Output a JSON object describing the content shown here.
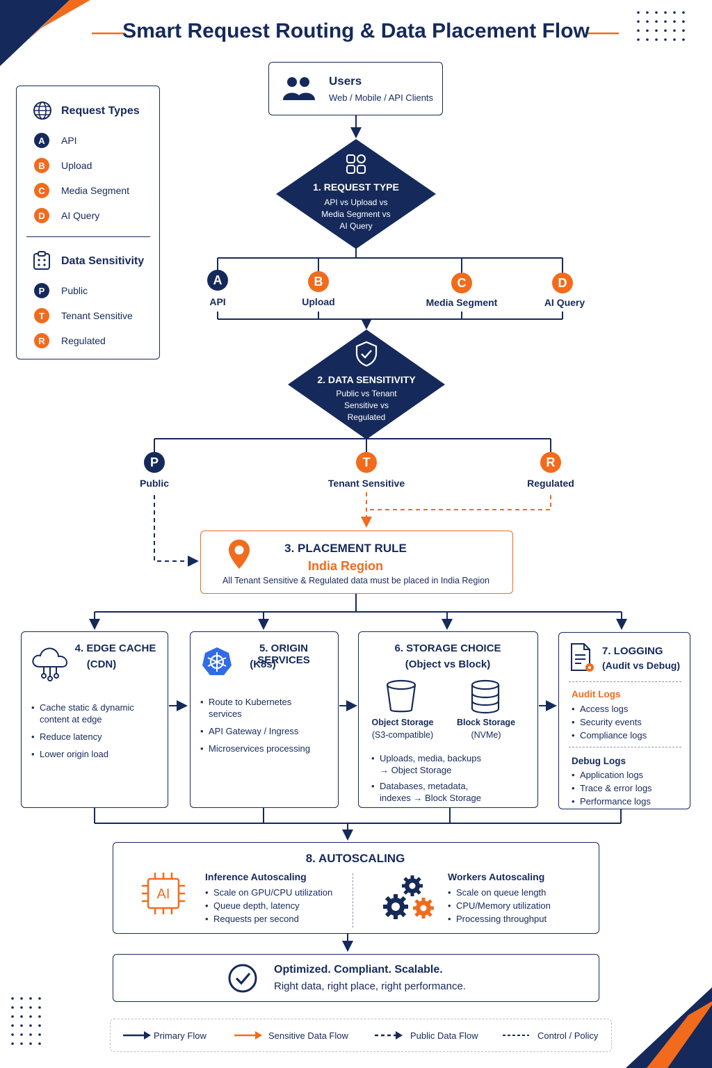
{
  "title": "Smart Request Routing & Data Placement Flow",
  "legend_panel": {
    "request_types_title": "Request Types",
    "request_types": [
      {
        "letter": "A",
        "label": "API",
        "color": "#15295a"
      },
      {
        "letter": "B",
        "label": "Upload",
        "color": "#f26b1d"
      },
      {
        "letter": "C",
        "label": "Media Segment",
        "color": "#f26b1d"
      },
      {
        "letter": "D",
        "label": "AI Query",
        "color": "#f26b1d"
      }
    ],
    "sensitivity_title": "Data Sensitivity",
    "sensitivity": [
      {
        "letter": "P",
        "label": "Public",
        "color": "#15295a"
      },
      {
        "letter": "T",
        "label": "Tenant Sensitive",
        "color": "#f26b1d"
      },
      {
        "letter": "R",
        "label": "Regulated",
        "color": "#f26b1d"
      }
    ]
  },
  "users": {
    "title": "Users",
    "subtitle": "Web / Mobile / API Clients"
  },
  "step1": {
    "title": "1. REQUEST TYPE",
    "line1": "API vs Upload vs",
    "line2": "Media Segment vs",
    "line3": "AI Query"
  },
  "branches1": [
    {
      "letter": "A",
      "label": "API"
    },
    {
      "letter": "B",
      "label": "Upload"
    },
    {
      "letter": "C",
      "label": "Media Segment"
    },
    {
      "letter": "D",
      "label": "AI Query"
    }
  ],
  "step2": {
    "title": "2. DATA SENSITIVITY",
    "line1": "Public vs Tenant",
    "line2": "Sensitive vs",
    "line3": "Regulated"
  },
  "branches2": [
    {
      "letter": "P",
      "label": "Public"
    },
    {
      "letter": "T",
      "label": "Tenant Sensitive"
    },
    {
      "letter": "R",
      "label": "Regulated"
    }
  ],
  "step3": {
    "title": "3. PLACEMENT RULE",
    "region": "India Region",
    "desc": "All Tenant Sensitive & Regulated data must be placed in India Region"
  },
  "step4": {
    "title": "4. EDGE CACHE",
    "subtitle": "(CDN)",
    "bullets": [
      "Cache static & dynamic content at edge",
      "Reduce latency",
      "Lower origin load"
    ]
  },
  "step5": {
    "title": "5. ORIGIN SERVICES",
    "subtitle": "(K8s)",
    "bullets": [
      "Route to Kubernetes services",
      "API Gateway / Ingress",
      "Microservices processing"
    ]
  },
  "step6": {
    "title": "6. STORAGE CHOICE",
    "subtitle": "(Object vs Block)",
    "object_label": "Object Storage",
    "object_sub": "(S3-compatible)",
    "block_label": "Block Storage",
    "block_sub": "(NVMe)",
    "bullet1_a": "Uploads, media, backups",
    "bullet1_b": "→ Object Storage",
    "bullet2_a": "Databases, metadata,",
    "bullet2_b": "indexes  → Block Storage"
  },
  "step7": {
    "title": "7. LOGGING",
    "subtitle": "(Audit vs Debug)",
    "audit_title": "Audit Logs",
    "audit": [
      "Access logs",
      "Security events",
      "Compliance logs"
    ],
    "debug_title": "Debug Logs",
    "debug": [
      "Application logs",
      "Trace & error logs",
      "Performance logs"
    ]
  },
  "step8": {
    "title": "8. AUTOSCALING",
    "ai_chip": "AI",
    "inference_title": "Inference Autoscaling",
    "inference": [
      "Scale on GPU/CPU utilization",
      "Queue depth, latency",
      "Requests per second"
    ],
    "workers_title": "Workers Autoscaling",
    "workers": [
      "Scale on queue length",
      "CPU/Memory utilization",
      "Processing throughput"
    ]
  },
  "result": {
    "title": "Optimized. Compliant. Scalable.",
    "subtitle": "Right data, right place, right performance."
  },
  "flow_legend": [
    "Primary Flow",
    "Sensitive Data Flow",
    "Public Data Flow",
    "Control / Policy"
  ],
  "colors": {
    "navy": "#15295a",
    "orange": "#f26b1d"
  }
}
